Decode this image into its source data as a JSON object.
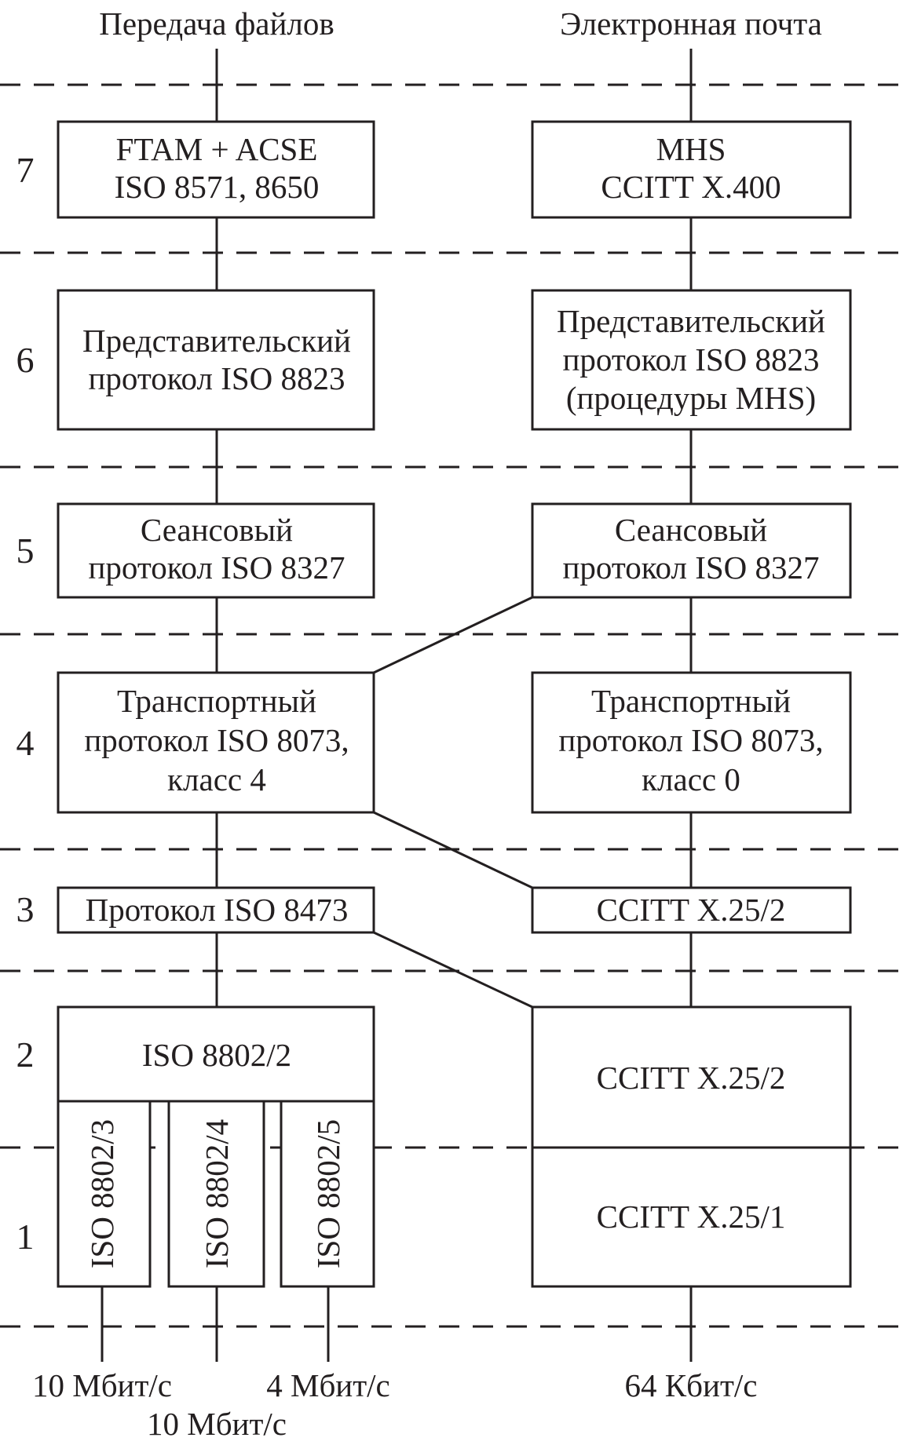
{
  "headers": {
    "left": "Передача файлов",
    "right": "Электронная почта"
  },
  "layers": [
    "7",
    "6",
    "5",
    "4",
    "3",
    "2",
    "1"
  ],
  "left_stack": {
    "l7": [
      "FTAM + ACSE",
      "ISO 8571, 8650"
    ],
    "l6": [
      "Представительский",
      "протокол ISO 8823"
    ],
    "l5": [
      "Сеансовый",
      "протокол ISO 8327"
    ],
    "l4": [
      "Транспортный",
      "протокол ISO 8073,",
      "класс 4"
    ],
    "l3": "Протокол ISO 8473",
    "l2": "ISO 8802/2",
    "l1": [
      "ISO 8802/3",
      "ISO 8802/4",
      "ISO 8802/5"
    ]
  },
  "right_stack": {
    "l7": [
      "MHS",
      "CCITT X.400"
    ],
    "l6": [
      "Представительский",
      "протокол ISO 8823",
      "(процедуры MHS)"
    ],
    "l5": [
      "Сеансовый",
      "протокол ISO 8327"
    ],
    "l4": [
      "Транспортный",
      "протокол ISO 8073,",
      "класс 0"
    ],
    "l3": "CCITT X.25/2",
    "l2": "CCITT X.25/2",
    "l1": "CCITT X.25/1"
  },
  "speeds": {
    "left_a": "10 Мбит/с",
    "left_b": "10 Мбит/с",
    "left_c": "4 Мбит/с",
    "right": "64 Кбит/с"
  }
}
